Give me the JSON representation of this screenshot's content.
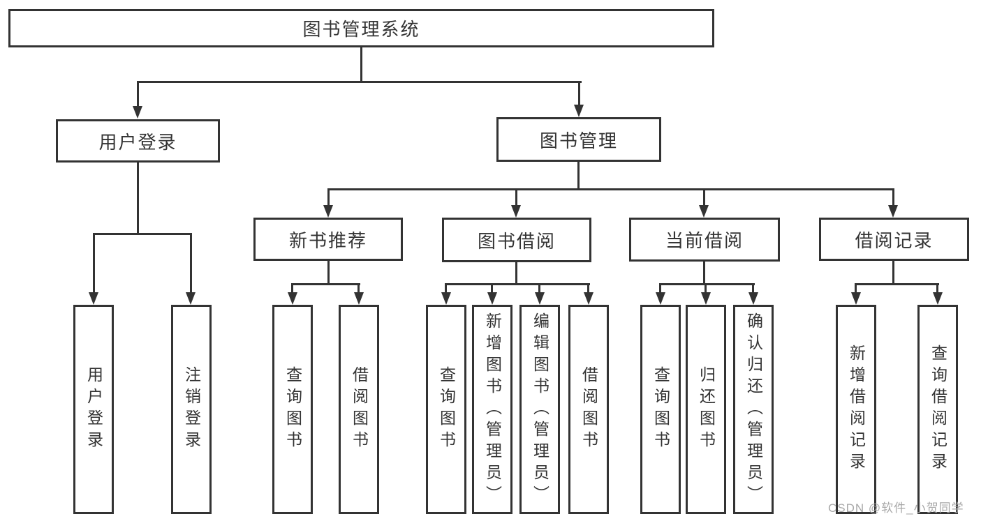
{
  "nodes": {
    "root": "图书管理系统",
    "user_login": "用户登录",
    "book_mgmt": "图书管理",
    "new_book": "新书推荐",
    "book_borrow": "图书借阅",
    "current_borrow": "当前借阅",
    "borrow_record": "借阅记录"
  },
  "leaves": {
    "user_login": [
      "用户登录",
      "注销登录"
    ],
    "new_book": [
      "查询图书",
      "借阅图书"
    ],
    "book_borrow": [
      "查询图书",
      "新增图书（管理员）",
      "编辑图书（管理员）",
      "借阅图书"
    ],
    "current_borrow": [
      "查询图书",
      "归还图书",
      "确认归还（管理员）"
    ],
    "borrow_record": [
      "新增借阅记录",
      "查询借阅记录"
    ]
  },
  "watermark": {
    "text": "CSDN @软件_小贺同学"
  },
  "colors": {
    "line": "#333333",
    "box_border": "#333333",
    "box_fill": "#ffffff",
    "text": "#333333",
    "watermark": "#a8a8a8",
    "background": "#ffffff"
  }
}
